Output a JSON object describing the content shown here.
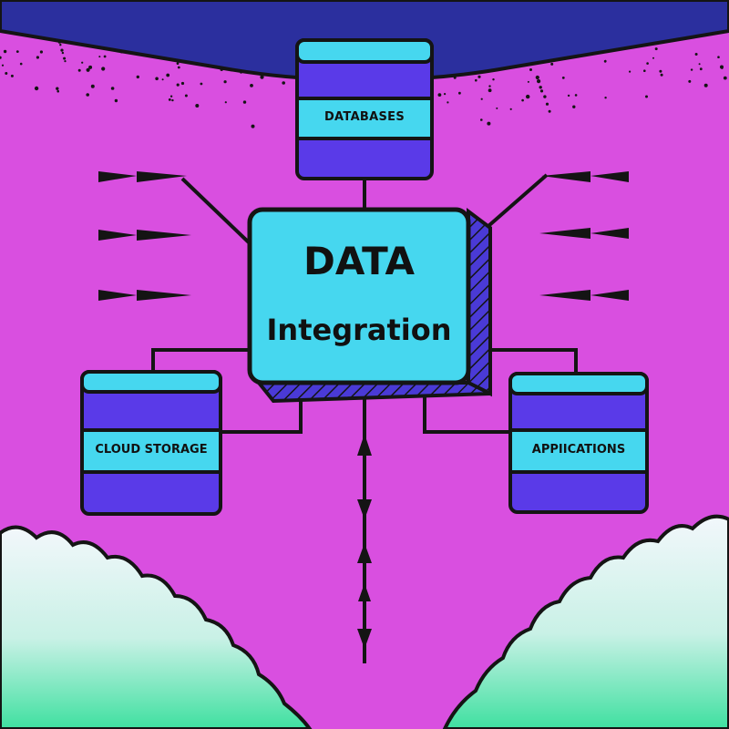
{
  "center": {
    "title_line1": "DATA",
    "title_line2": "Integration"
  },
  "nodes": {
    "databases": "DATABASES",
    "cloud_storage": "CLOUD STORAGE",
    "applications": "APPIICATIONS"
  },
  "colors": {
    "background": "#d94fe0",
    "sky": "#2b2f9e",
    "box_cyan": "#46d7ef",
    "box_blue": "#5a3ae8",
    "cloud": "#eef6fb",
    "ground": "#3fe0a0",
    "stroke": "#141414"
  }
}
